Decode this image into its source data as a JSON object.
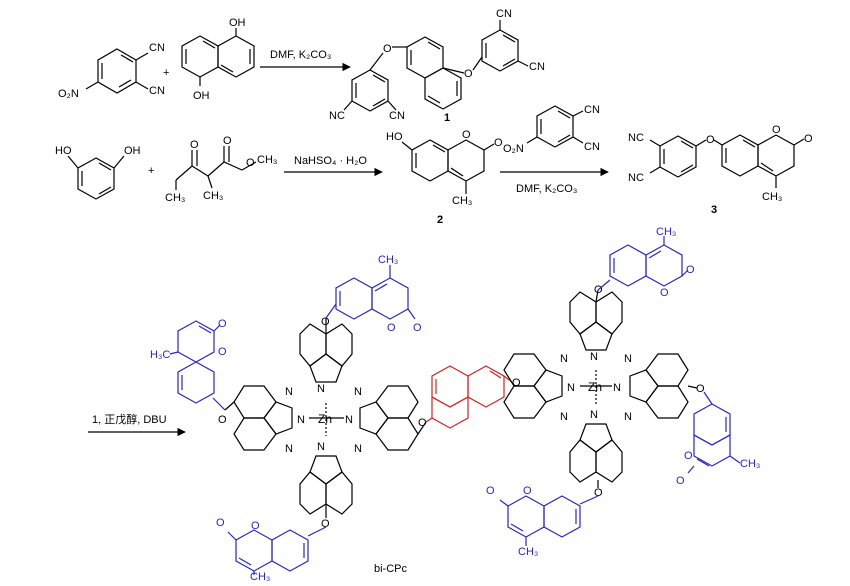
{
  "reactions": {
    "step1": {
      "conditions": "DMF, K₂CO₃",
      "product_number": "1"
    },
    "step2": {
      "conditions": "NaHSO₄ · H₂O",
      "product_number": "2"
    },
    "step3": {
      "conditions": "DMF, K₂CO₃",
      "product_number": "3"
    },
    "step4": {
      "conditions": "1, 正戊醇, DBU"
    }
  },
  "labels": {
    "plus": "+",
    "cn": "CN",
    "nc": "NC",
    "o2n": "O₂N",
    "oh": "OH",
    "ho": "HO",
    "o": "O",
    "n": "N",
    "zn": "Zn",
    "ch3": "CH₃",
    "h3c": "H₃C",
    "product_name": "bi-CPc"
  },
  "colors": {
    "black": "#000000",
    "coumarin": "#2626c8",
    "naphthalene_linker": "#d81e1e"
  }
}
